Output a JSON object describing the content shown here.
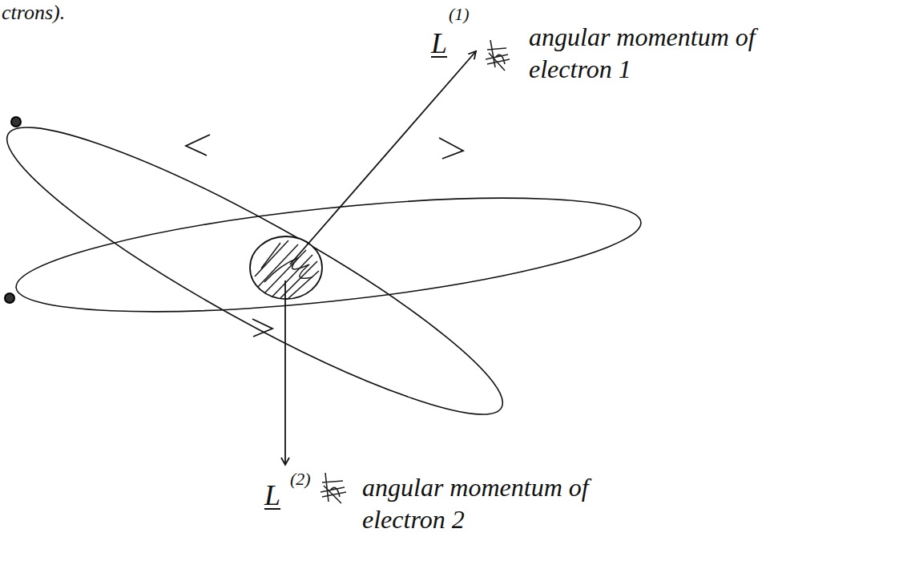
{
  "diagram": {
    "labels": [
      "ctrons).",
      "L",
      "(1)",
      "angular momentum of electron 1",
      "L",
      "(2)",
      "angular momentum of electron 2"
    ]
  }
}
